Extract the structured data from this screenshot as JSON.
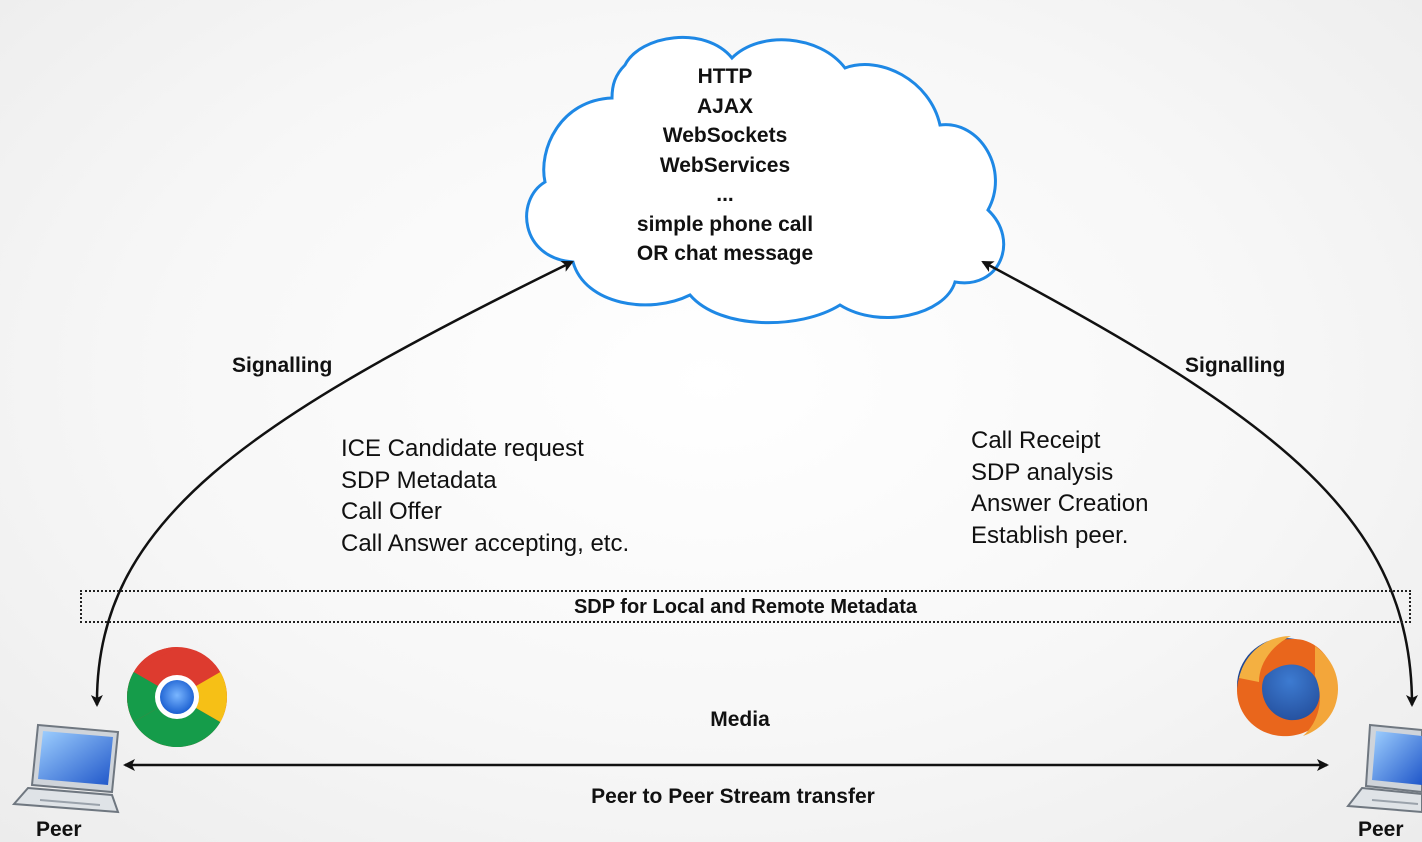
{
  "cloud": {
    "lines": [
      "HTTP",
      "AJAX",
      "WebSockets",
      "WebServices",
      "...",
      "simple phone call",
      "OR chat message"
    ]
  },
  "left_arrow_label": "Signalling",
  "right_arrow_label": "Signalling",
  "left_notes": [
    "ICE Candidate request",
    "SDP Metadata",
    "Call Offer",
    "Call Answer accepting, etc."
  ],
  "right_notes": [
    "Call Receipt",
    "SDP analysis",
    "Answer Creation",
    "Establish peer."
  ],
  "sdp_box_label": "SDP for Local and Remote Metadata",
  "media_label": "Media",
  "stream_label": "Peer to Peer Stream transfer",
  "left_peer_label": "Peer",
  "right_peer_label": "Peer",
  "left_browser_icon": "chrome-logo-icon",
  "right_browser_icon": "firefox-logo-icon",
  "colors": {
    "cloud_outline": "#1e88e5",
    "arrows": "#111111"
  }
}
